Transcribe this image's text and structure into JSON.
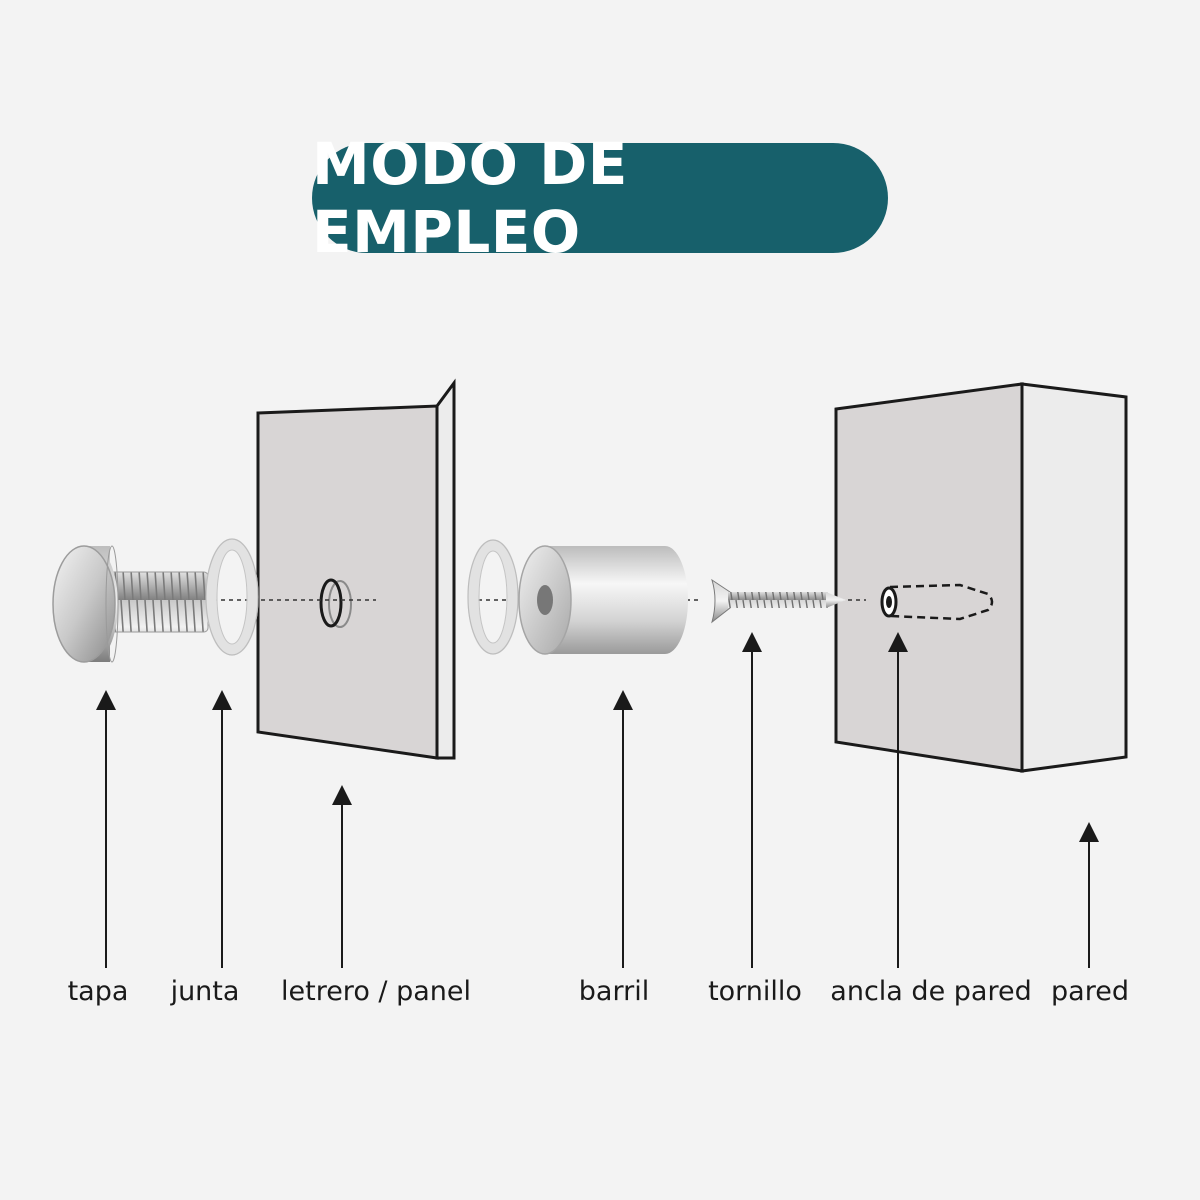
{
  "title": "MODO DE EMPLEO",
  "colors": {
    "title_bg": "#17606b",
    "title_text": "#ffffff",
    "panel_face": "#d8d5d5",
    "panel_side": "#ececec",
    "outline": "#1a1a1a",
    "metal_light": "#e8e8e8",
    "metal_dark": "#8e8e8e"
  },
  "labels": {
    "tapa": "tapa",
    "junta": "junta",
    "panel": "letrero / panel",
    "barril": "barril",
    "tornillo": "tornillo",
    "ancla": "ancla de pared",
    "pared": "pared"
  },
  "icons": {
    "arrow": "up-arrow-icon"
  }
}
